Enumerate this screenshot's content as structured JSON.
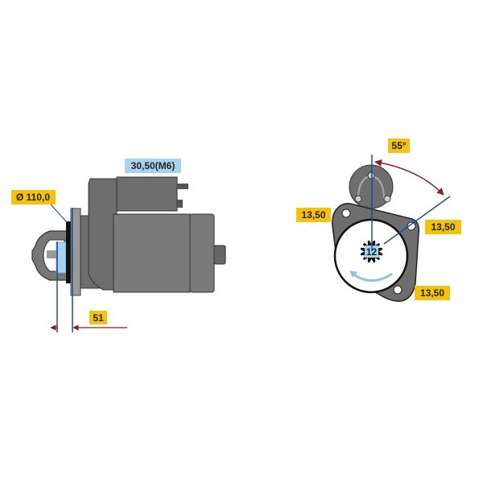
{
  "side_view": {
    "solenoid_terminal_label": "30,50(M6)",
    "flange_diameter_label": "Ø 110,0",
    "pinion_offset_label": "51"
  },
  "front_view": {
    "angle_label": "55°",
    "hole_labels": [
      "13,50",
      "13,50",
      "13,50"
    ],
    "pinion_teeth_label": "12"
  },
  "colors": {
    "label_yellow": "#f4c20d",
    "label_blue": "#a9d3ec",
    "dimension_line": "#1f4e8c",
    "arrow_red": "#8b1f1f",
    "body_grey": "#7a7a7a"
  }
}
